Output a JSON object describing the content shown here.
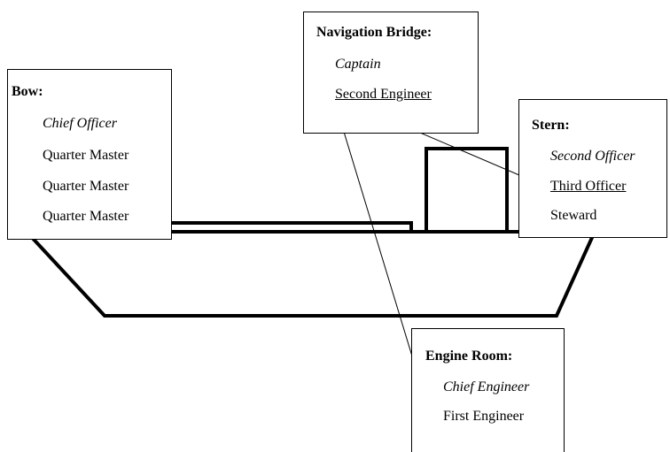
{
  "bow": {
    "title": "Bow:",
    "crew": [
      "Chief Officer",
      "Quarter Master",
      "Quarter Master",
      "Quarter Master"
    ]
  },
  "bridge": {
    "title": "Navigation Bridge:",
    "crew": [
      "Captain",
      "Second Engineer"
    ]
  },
  "stern": {
    "title": "Stern:",
    "crew": [
      "Second Officer",
      "Third Officer",
      "Steward"
    ]
  },
  "engine_room": {
    "title": "Engine Room:",
    "crew": [
      "Chief Engineer",
      "First Engineer"
    ]
  },
  "colors": {
    "line": "#000000",
    "background": "#ffffff"
  }
}
